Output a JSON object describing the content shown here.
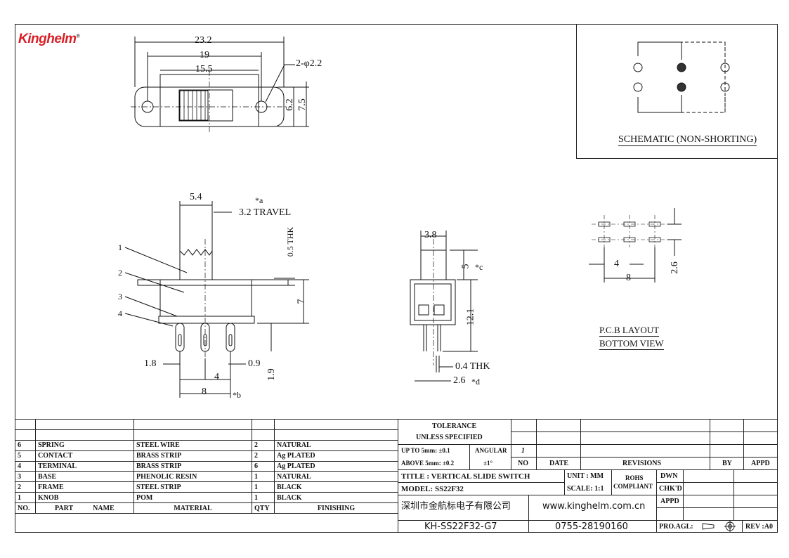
{
  "brand": {
    "name": "Kinghelm",
    "mark": "®",
    "color": "#d71f26"
  },
  "top_view": {
    "dims": {
      "overall": "23.2",
      "hole_pitch": "19",
      "slot": "15.5",
      "holes": "2-φ2.2",
      "height_inner": "6.2",
      "height_outer": "7.5"
    }
  },
  "schematic": {
    "title": "SCHEMATIC (NON-SHORTING)"
  },
  "side_view": {
    "dims": {
      "knob": "5.4",
      "travel": "3.2 TRAVEL",
      "travel_note": "*a",
      "thk": "0.5 THK",
      "height": "7",
      "pin_edge": "1.8",
      "pin_w": "0.9",
      "pitch": "4",
      "span": "8",
      "span_note": "*b",
      "pin_len": "1.9"
    },
    "callouts": [
      "1",
      "2",
      "3",
      "4"
    ]
  },
  "front_view": {
    "dims": {
      "width": "3.8",
      "knob_h": "5",
      "knob_note": "*c",
      "body_h": "12.1",
      "pin_thk": "0.4 THK",
      "pin_w": "2.6",
      "pin_note": "*d"
    }
  },
  "pcb": {
    "dims": {
      "pitch": "4",
      "span": "8",
      "row": "2.6"
    },
    "title1": "P.C.B LAYOUT",
    "title2": "BOTTOM VIEW"
  },
  "parts_table": {
    "headers": {
      "no": "NO.",
      "part": "PART",
      "name": "NAME",
      "material": "MATERIAL",
      "qty": "QTY",
      "finishing": "FINISHING"
    },
    "rows": [
      {
        "no": "6",
        "part": "SPRING",
        "material": "STEEL WIRE",
        "qty": "2",
        "finishing": "NATURAL"
      },
      {
        "no": "5",
        "part": "CONTACT",
        "material": "BRASS STRIP",
        "qty": "2",
        "finishing": "Ag PLATED"
      },
      {
        "no": "4",
        "part": "TERMINAL",
        "material": "BRASS STRIP",
        "qty": "6",
        "finishing": "Ag PLATED"
      },
      {
        "no": "3",
        "part": "BASE",
        "material": "PHENOLIC RESIN",
        "qty": "1",
        "finishing": "NATURAL"
      },
      {
        "no": "2",
        "part": "FRAME",
        "material": "STEEL STRIP",
        "qty": "1",
        "finishing": "BLACK"
      },
      {
        "no": "1",
        "part": "KNOB",
        "material": "POM",
        "qty": "1",
        "finishing": "BLACK"
      }
    ]
  },
  "title_block": {
    "tolerance": "TOLERANCE",
    "unless": "UNLESS  SPECIFIED",
    "up_to": "UP TO 5mm: ±0.1",
    "above": "ABOVE 5mm: ±0.2",
    "angular": "ANGULAR",
    "angular_val": "±1°",
    "rev_no": "1",
    "no": "NO",
    "date": "DATE",
    "revisions": "REVISIONS",
    "by": "BY",
    "appd": "APPD",
    "title": "TITLE :  VERTICAL SLIDE SWITCH",
    "model": "MODEL:   SS22F32",
    "unit": "UNIT : MM",
    "scale": "SCALE:  1:1",
    "rohs1": "ROHS",
    "rohs2": "COMPLIANT",
    "dwn": "DWN",
    "chkd": "CHK'D",
    "appd2": "APPD",
    "company": "深圳市金航标电子有限公司",
    "website": "www.kinghelm.com.cn",
    "part_no": "KH-SS22F32-G7",
    "phone": "0755-28190160",
    "proagl": "PRO.AGL:",
    "rev": "REV :A0"
  }
}
